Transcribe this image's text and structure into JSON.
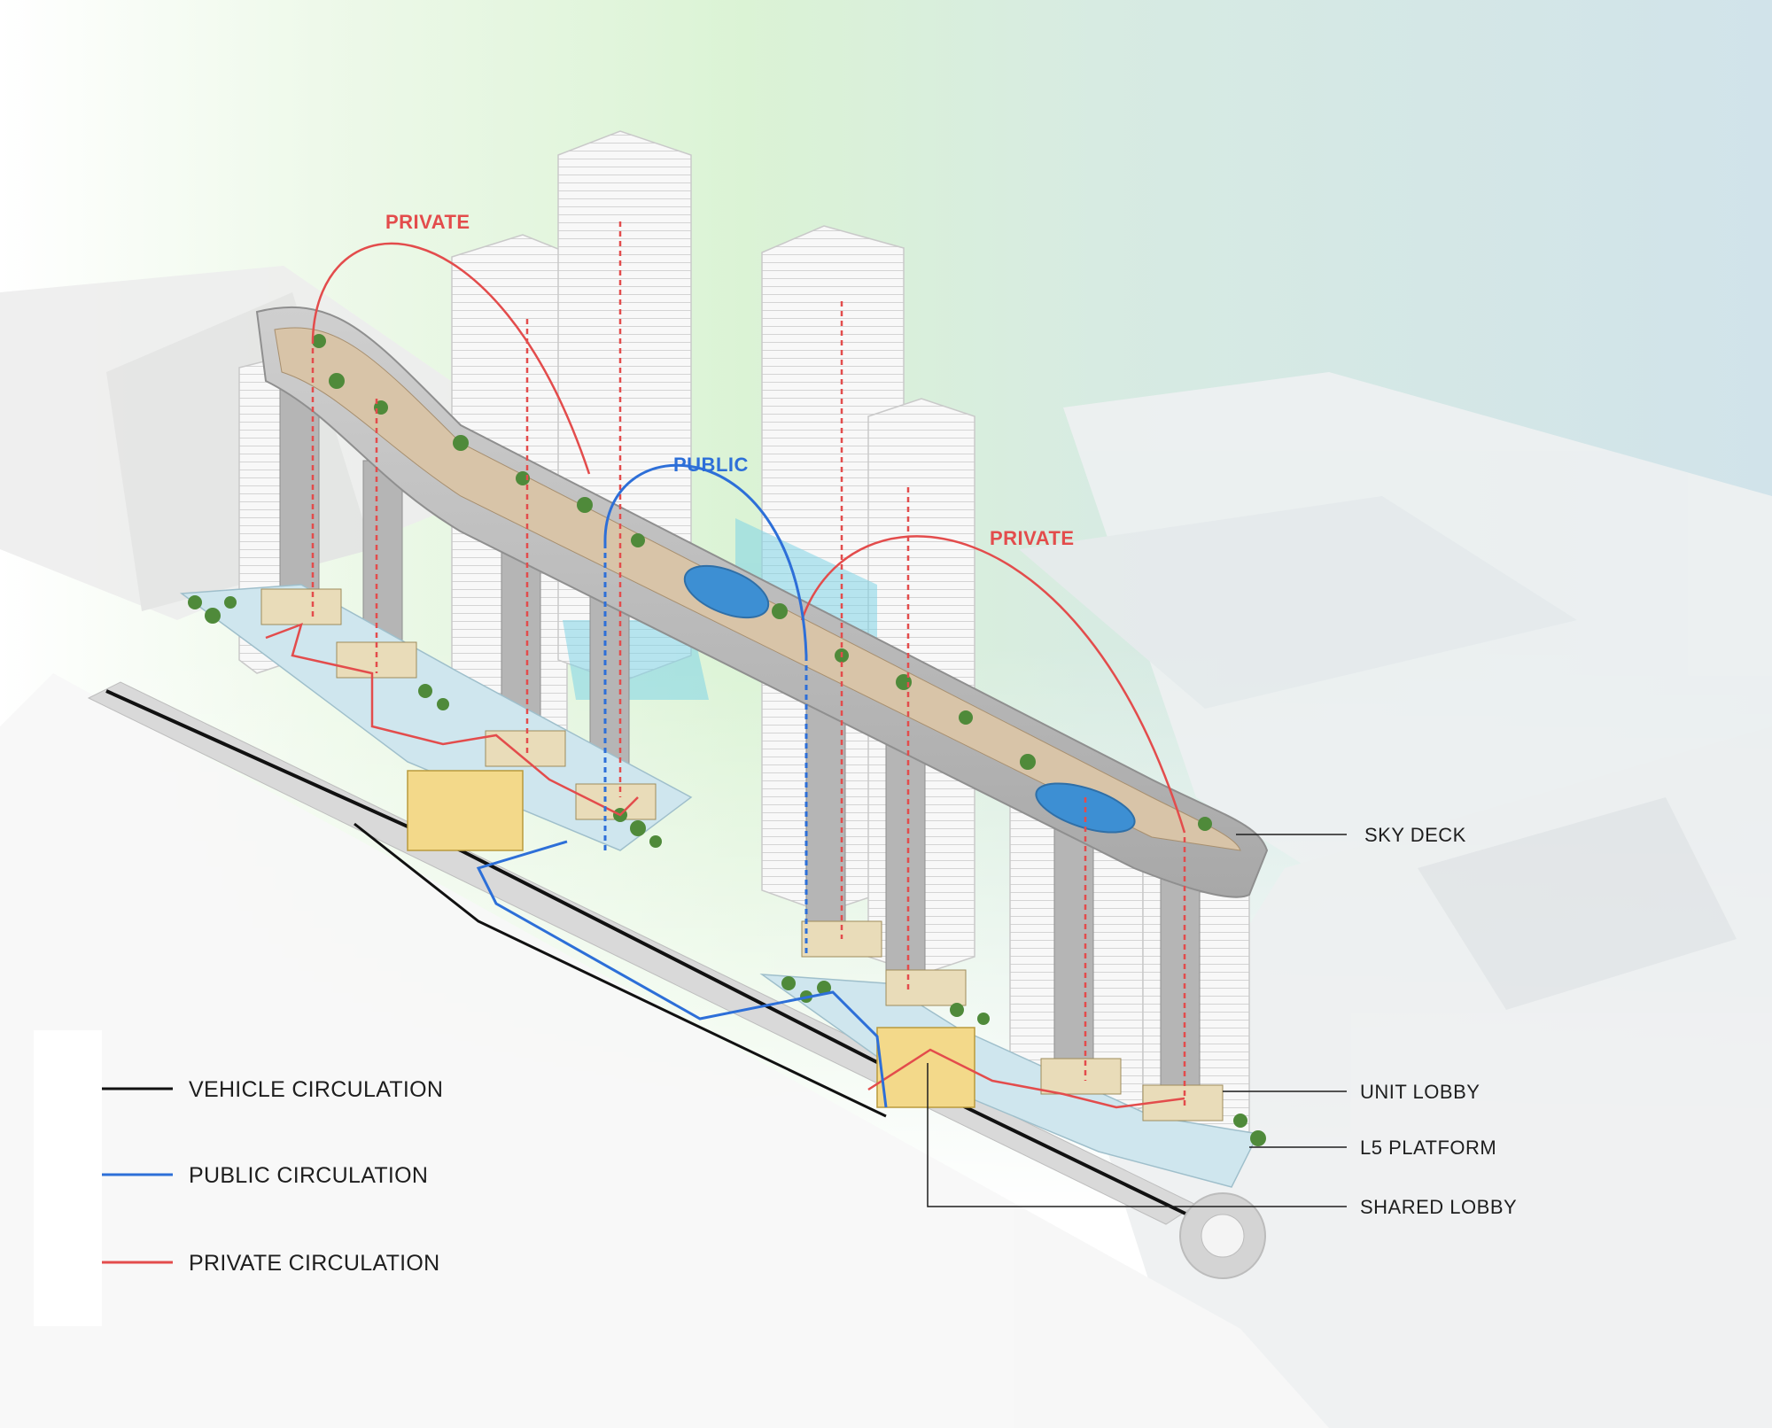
{
  "colors": {
    "vehicle": "#111111",
    "public": "#2d6fd8",
    "private": "#e34c4c",
    "sky_green": "#daf3d4",
    "sky_blue": "#cfe3ea",
    "tower": "#f6f6f6",
    "tower_edge": "#c9c9c9",
    "core": "#a9a9a9",
    "deck": "#b9b9b9",
    "deck_top": "#d9c3a6",
    "pool": "#3d8fd3",
    "lobby_yellow": "#f3d98a",
    "platform": "#cfe6ee",
    "tree": "#4f8a3a",
    "road": "#d7d7d7"
  },
  "flow_labels": {
    "private_left": "PRIVATE",
    "public": "PUBLIC",
    "private_right": "PRIVATE"
  },
  "callouts": {
    "sky_deck": "SKY DECK",
    "unit_lobby": "UNIT LOBBY",
    "l5_platform": "L5 PLATFORM",
    "shared_lobby": "SHARED LOBBY"
  },
  "legend": {
    "items": [
      {
        "label": "VEHICLE CIRCULATION",
        "color": "#111111"
      },
      {
        "label": "PUBLIC CIRCULATION",
        "color": "#2d6fd8"
      },
      {
        "label": "PRIVATE CIRCULATION",
        "color": "#e34c4c"
      }
    ]
  }
}
